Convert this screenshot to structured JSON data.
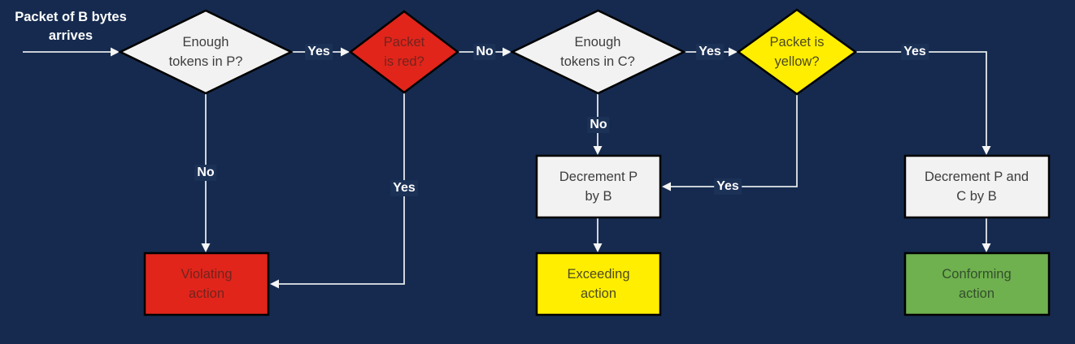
{
  "flowchart": {
    "start": {
      "line1": "Packet of B bytes",
      "line2": "arrives"
    },
    "nodes": {
      "p_check": {
        "line1": "Enough",
        "line2": "tokens in P?"
      },
      "red_check": {
        "line1": "Packet",
        "line2": "is red?"
      },
      "c_check": {
        "line1": "Enough",
        "line2": "tokens in C?"
      },
      "yellow_check": {
        "line1": "Packet is",
        "line2": "yellow?"
      },
      "decrement_p": {
        "line1": "Decrement P",
        "line2": "by B"
      },
      "decrement_pc": {
        "line1": "Decrement P and",
        "line2": "C by B"
      },
      "violating": {
        "line1": "Violating",
        "line2": "action"
      },
      "exceeding": {
        "line1": "Exceeding",
        "line2": "action"
      },
      "conforming": {
        "line1": "Conforming",
        "line2": "action"
      }
    },
    "edge_labels": {
      "p_yes": "Yes",
      "p_no": "No",
      "red_no": "No",
      "red_yes": "Yes",
      "c_yes": "Yes",
      "c_no": "No",
      "yellow_right_yes": "Yes",
      "yellow_down_yes": "Yes"
    },
    "colors": {
      "background": "#152a4e",
      "connector": "#e4e7ec",
      "shape_border": "#000000",
      "white_fill": "#f2f2f2",
      "red_fill": "#e1251b",
      "yellow_fill": "#ffee00",
      "green_fill": "#6fb04f",
      "text_on_white": "#3d3d3d",
      "text_on_red": "#74231e",
      "text_on_yellow": "#4e4b20",
      "text_on_green": "#33502b",
      "label_text": "#ffffff"
    }
  }
}
